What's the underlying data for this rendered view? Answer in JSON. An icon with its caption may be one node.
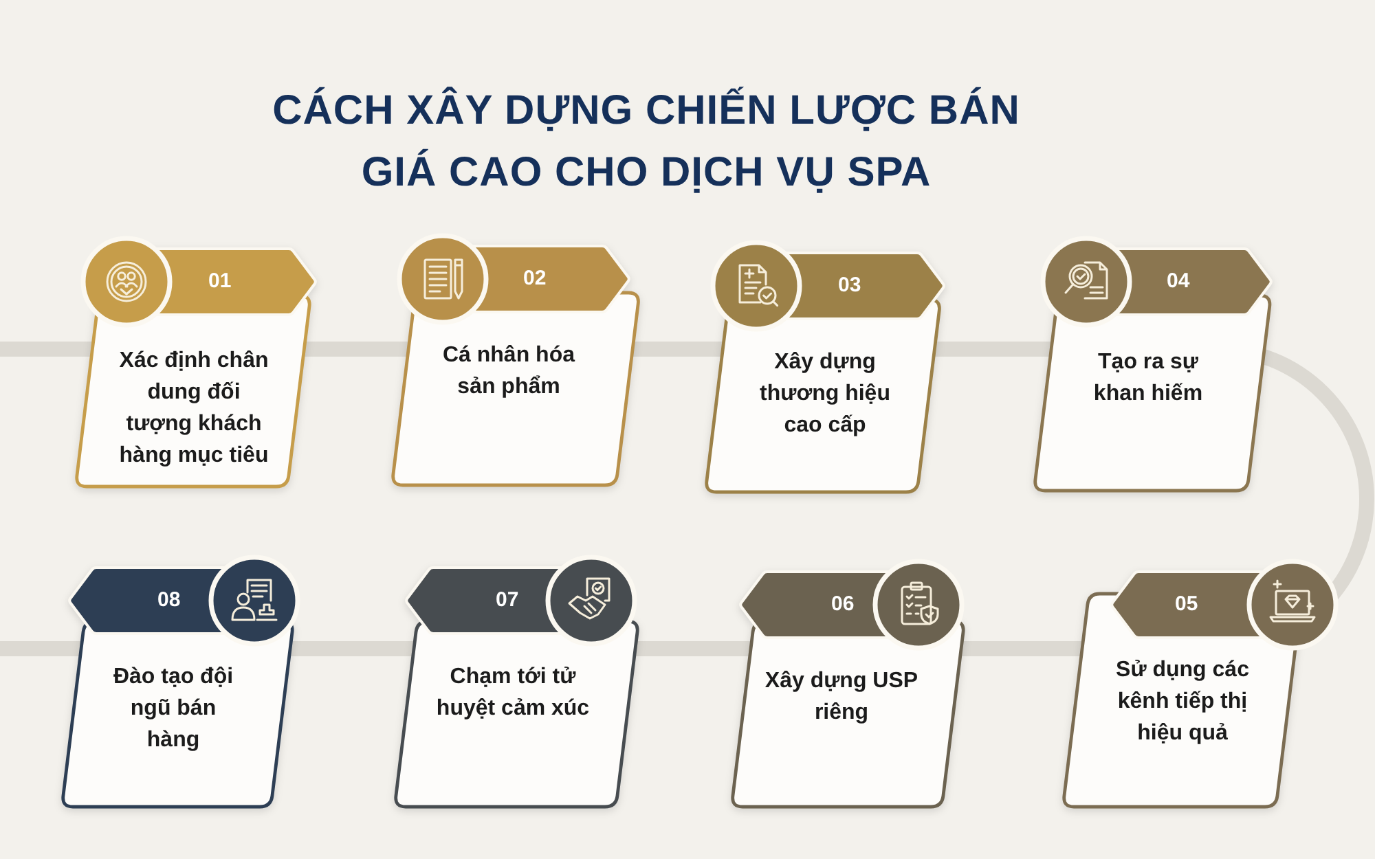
{
  "diagram": {
    "title": "CÁCH XÂY DỰNG CHIẾN LƯỢC BÁN GIÁ CAO CHO DỊCH VỤ SPA",
    "nodes": [
      {
        "text": [
          "01",
          "Xác định chân dung đối tượng khách hàng mục tiêu"
        ]
      },
      {
        "text": [
          "02",
          "Cá nhân hóa sản phẩm"
        ]
      },
      {
        "text": [
          "03",
          "Xây dựng thương hiệu cao cấp"
        ]
      },
      {
        "text": [
          "04",
          "Tạo ra sự khan hiếm"
        ]
      },
      {
        "text": [
          "08",
          "Đào tạo đội ngũ bán hàng"
        ]
      },
      {
        "text": [
          "07",
          "Chạm tới tử huyệt cảm xúc"
        ]
      },
      {
        "text": [
          "06",
          "Xây dựng USP riêng"
        ]
      },
      {
        "text": [
          "05",
          "Sử dụng các kênh tiếp thị hiệu quả"
        ]
      }
    ]
  }
}
